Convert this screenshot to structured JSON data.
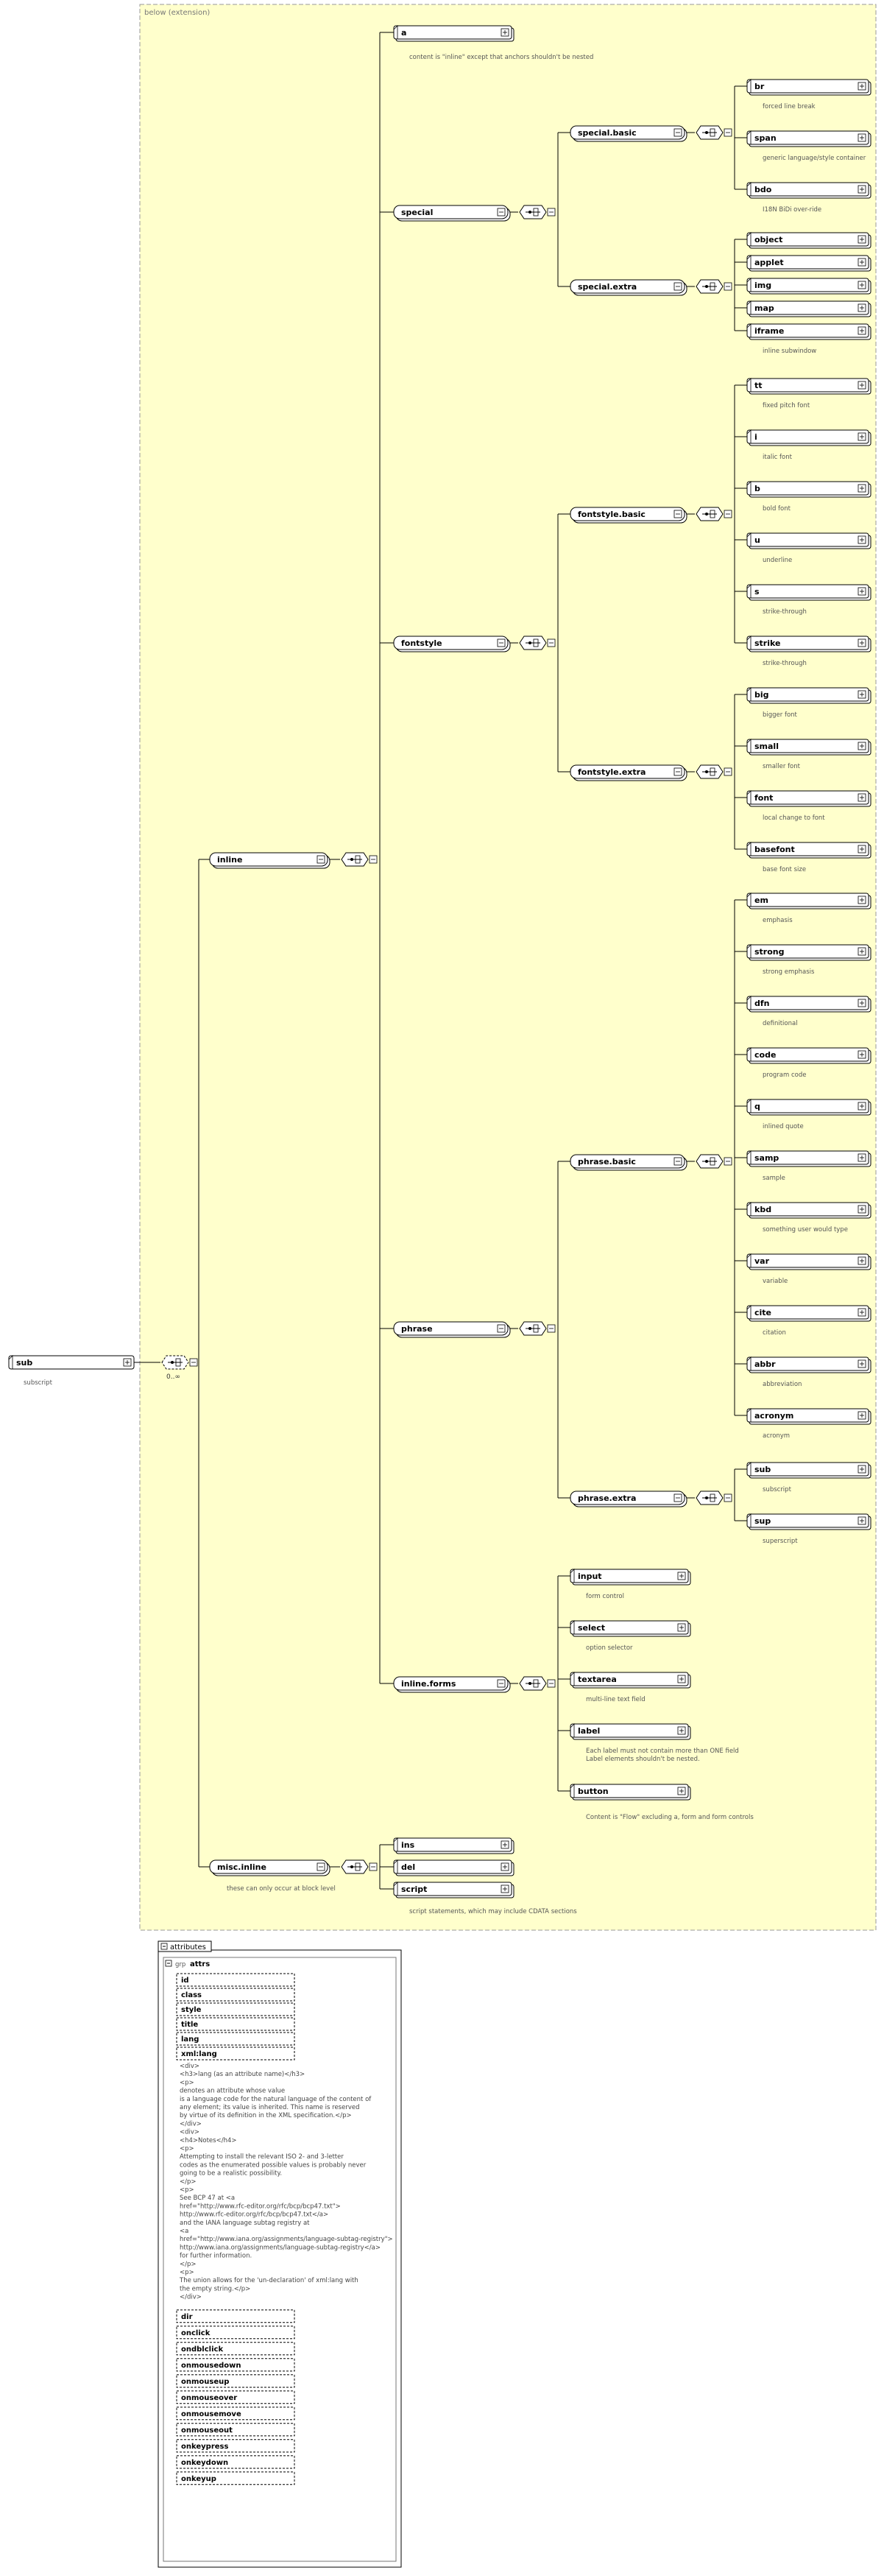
{
  "extension_title": "below (extension)",
  "root": {
    "label": "sub",
    "annotation": "subscript"
  },
  "choice_cardinality": "0..∞",
  "groups": {
    "inline": "inline",
    "special": "special",
    "special_basic": "special.basic",
    "special_extra": "special.extra",
    "fontstyle": "fontstyle",
    "fontstyle_basic": "fontstyle.basic",
    "fontstyle_extra": "fontstyle.extra",
    "phrase": "phrase",
    "phrase_basic": "phrase.basic",
    "phrase_extra": "phrase.extra",
    "inline_forms": "inline.forms",
    "misc_inline": "misc.inline"
  },
  "group_notes": {
    "misc_inline": "these can only occur at block level",
    "a": "content is \"inline\" except that anchors shouldn't be nested",
    "inline_forms": "Content is \"Flow\" excluding a, form and form controls",
    "script": "script statements, which may include CDATA sections"
  },
  "elements": {
    "a": "a",
    "special_basic": [
      {
        "label": "br",
        "note": "forced line break"
      },
      {
        "label": "span",
        "note": "generic language/style container"
      },
      {
        "label": "bdo",
        "note": "I18N BiDi over-ride"
      }
    ],
    "special_extra": [
      {
        "label": "object",
        "note": ""
      },
      {
        "label": "applet",
        "note": ""
      },
      {
        "label": "img",
        "note": ""
      },
      {
        "label": "map",
        "note": ""
      },
      {
        "label": "iframe",
        "note": "inline subwindow"
      }
    ],
    "fontstyle_basic": [
      {
        "label": "tt",
        "note": "fixed pitch font"
      },
      {
        "label": "i",
        "note": "italic font"
      },
      {
        "label": "b",
        "note": "bold font"
      },
      {
        "label": "u",
        "note": "underline"
      },
      {
        "label": "s",
        "note": "strike-through"
      },
      {
        "label": "strike",
        "note": "strike-through"
      }
    ],
    "fontstyle_extra": [
      {
        "label": "big",
        "note": "bigger font"
      },
      {
        "label": "small",
        "note": "smaller font"
      },
      {
        "label": "font",
        "note": "local change to font"
      },
      {
        "label": "basefont",
        "note": "base font size"
      }
    ],
    "phrase_basic": [
      {
        "label": "em",
        "note": "emphasis"
      },
      {
        "label": "strong",
        "note": "strong emphasis"
      },
      {
        "label": "dfn",
        "note": "definitional"
      },
      {
        "label": "code",
        "note": "program code"
      },
      {
        "label": "q",
        "note": "inlined quote"
      },
      {
        "label": "samp",
        "note": "sample"
      },
      {
        "label": "kbd",
        "note": "something user would type"
      },
      {
        "label": "var",
        "note": "variable"
      },
      {
        "label": "cite",
        "note": "citation"
      },
      {
        "label": "abbr",
        "note": "abbreviation"
      },
      {
        "label": "acronym",
        "note": "acronym"
      }
    ],
    "phrase_extra": [
      {
        "label": "sub",
        "note": "subscript"
      },
      {
        "label": "sup",
        "note": "superscript"
      }
    ],
    "inline_forms": [
      {
        "label": "input",
        "note": "form control"
      },
      {
        "label": "select",
        "note": "option selector"
      },
      {
        "label": "textarea",
        "note": "multi-line text field"
      },
      {
        "label": "label",
        "note": "Each label must not contain more than ONE field"
      },
      {
        "label": "button",
        "note": ""
      }
    ],
    "label_note_line2": "Label elements shouldn't be nested.",
    "misc_inline": [
      "ins",
      "del",
      "script"
    ]
  },
  "attributes": {
    "tab_label": "attributes",
    "group_prefix": "grp",
    "group_name": "attrs",
    "before_doc": [
      "id",
      "class",
      "style",
      "title",
      "lang",
      "xml:lang"
    ],
    "doc_lines": [
      "<div>",
      "      <h3>lang (as an attribute name)</h3>",
      "      <p>",
      "   denotes an attribute whose value",
      "   is a language code for the natural language of the content of",
      "   any element; its value is inherited.  This name is reserved",
      "   by virtue of its definition in the XML specification.</p>",
      "</div>",
      "<div>",
      "      <h4>Notes</h4>",
      "      <p>",
      "   Attempting to install the relevant ISO 2- and 3-letter",
      "   codes as the enumerated possible values is probably never",
      "   going to be a realistic possibility.",
      "</p>",
      "      <p>",
      "   See BCP 47 at <a",
      "href=\"http://www.rfc-editor.org/rfc/bcp/bcp47.txt\">",
      "   http://www.rfc-editor.org/rfc/bcp/bcp47.txt</a>",
      "   and the IANA language subtag registry at",
      "   <a",
      "href=\"http://www.iana.org/assignments/language-subtag-registry\">",
      "   http://www.iana.org/assignments/language-subtag-registry</a>",
      "   for further information.",
      "</p>",
      "      <p>",
      "   The union allows for the 'un-declaration' of xml:lang with",
      "   the empty string.</p>",
      "</div>"
    ],
    "after_doc": [
      "dir",
      "onclick",
      "ondblclick",
      "onmousedown",
      "onmouseup",
      "onmouseover",
      "onmousemove",
      "onmouseout",
      "onkeypress",
      "onkeydown",
      "onkeyup"
    ]
  },
  "colors": {
    "extension_bg": "#ffffcc",
    "extension_border": "#999999",
    "box_fill": "#ffffff",
    "line": "#000000",
    "annotation_text": "#555555"
  }
}
